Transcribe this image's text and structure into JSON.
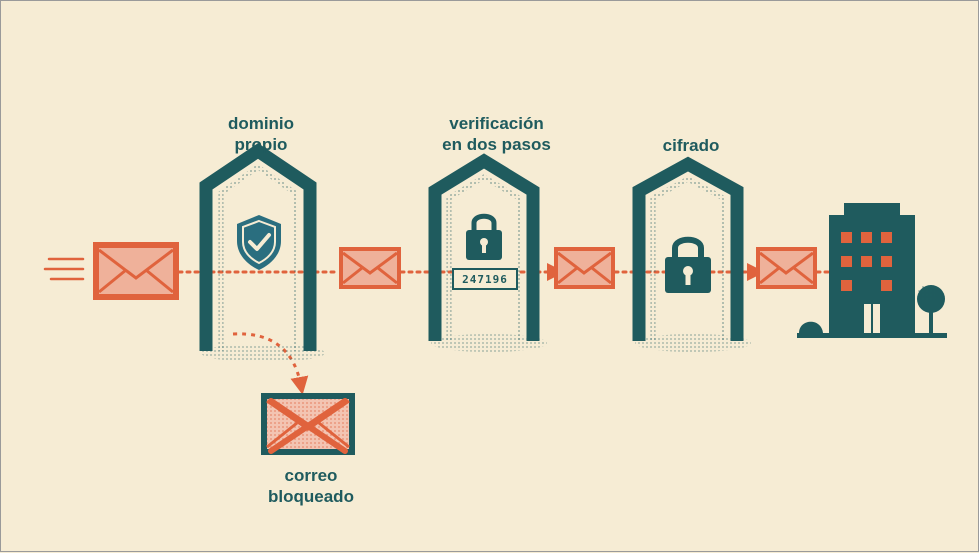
{
  "stages": {
    "domain": {
      "line1": "dominio",
      "line2": "propio"
    },
    "two_factor": {
      "line1": "verificación",
      "line2": "en dos pasos",
      "code": "247196"
    },
    "encryption": {
      "line1": "cifrado"
    }
  },
  "blocked": {
    "line1": "correo",
    "line2": "bloqueado"
  },
  "colors": {
    "background": "#f6ecd4",
    "teal": "#1f5b5e",
    "accent": "#e0633d",
    "shield": "#2a6e7f"
  },
  "icons": [
    "mail-icon",
    "shield-check-icon",
    "padlock-icon",
    "building-icon",
    "tree-icon"
  ]
}
